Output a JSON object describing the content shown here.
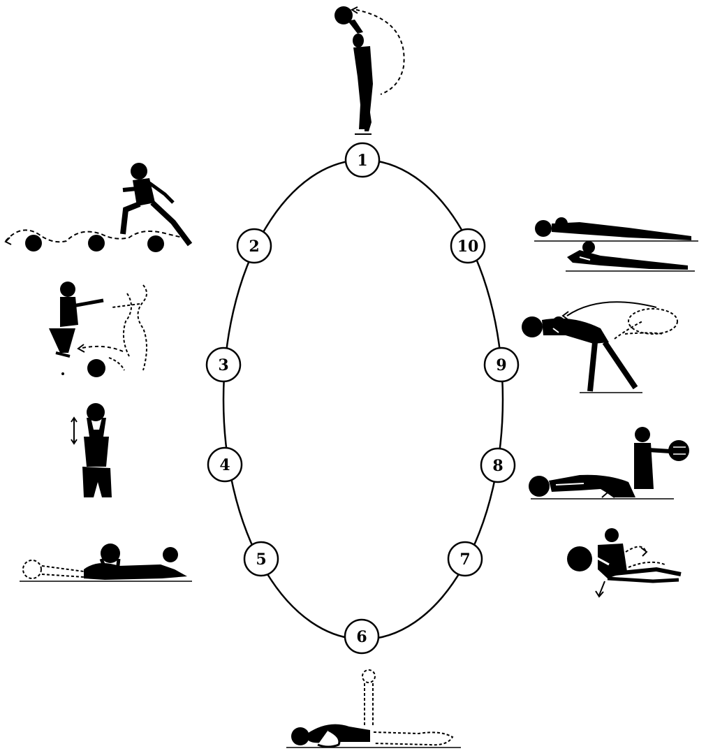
{
  "diagram": {
    "type": "circuit-training-stations",
    "stations": [
      {
        "label": "1",
        "figure": "overhead-ball-throw-standing"
      },
      {
        "label": "2",
        "figure": "running-with-ball"
      },
      {
        "label": "3",
        "figure": "squat-ball-pass"
      },
      {
        "label": "4",
        "figure": "squat-jump-ball-overhead"
      },
      {
        "label": "5",
        "figure": "prone-ball-roll"
      },
      {
        "label": "6",
        "figure": "supine-leg-raise-with-ball"
      },
      {
        "label": "7",
        "figure": "seated-ball-twist"
      },
      {
        "label": "8",
        "figure": "kneeling-partner-ball-roll"
      },
      {
        "label": "9",
        "figure": "bent-over-ball-swing"
      },
      {
        "label": "10",
        "figure": "prone-back-extension-with-ball"
      }
    ]
  }
}
